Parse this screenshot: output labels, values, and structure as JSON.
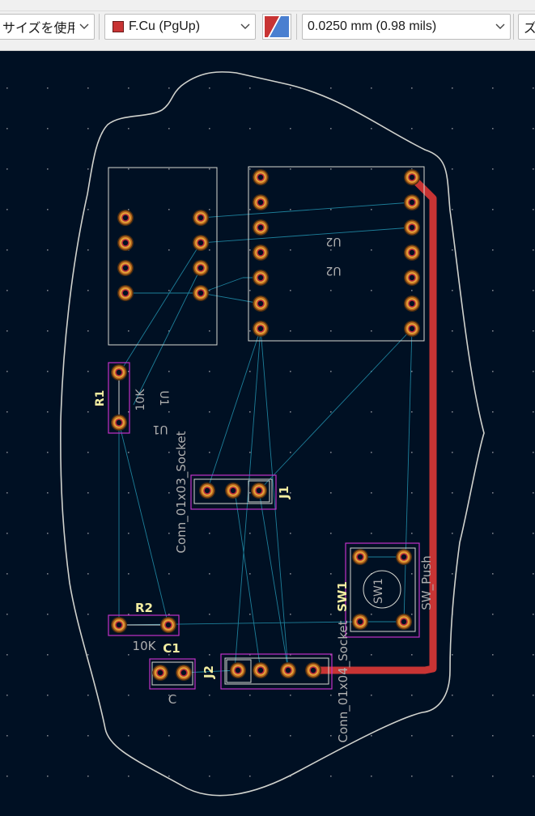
{
  "toolbar": {
    "track_width_select": "サイズを使用",
    "layer_select": "F.Cu (PgUp)",
    "layer_color": "#c83434",
    "grid_select": "0.0250 mm (0.98 mils)",
    "zoom_select_partial": "ズ"
  },
  "board": {
    "u2_ref": "U2",
    "u2_value": "U2",
    "u1_ref": "U1",
    "u1_value": "U1",
    "r1_ref": "R1",
    "r1_value": "10K",
    "r2_ref": "R2",
    "r2_value": "10K",
    "c1_ref": "C1",
    "c1_value": "C",
    "j1_ref": "J1",
    "j1_value": "Conn_01x03_Socket",
    "j2_ref": "J2",
    "j2_value": "Conn_01x04_Socket",
    "sw1_ref": "SW1",
    "sw1_value": "SW_Push",
    "sw1_center_label": "SW1"
  },
  "colors": {
    "background": "#001023",
    "outline": "#d0d2cd",
    "copper_track": "#c83434",
    "ratsnest": "#1d7f9a",
    "courtyard": "#c231c8",
    "silk": "#f2eda1",
    "fab": "#afafaf"
  }
}
